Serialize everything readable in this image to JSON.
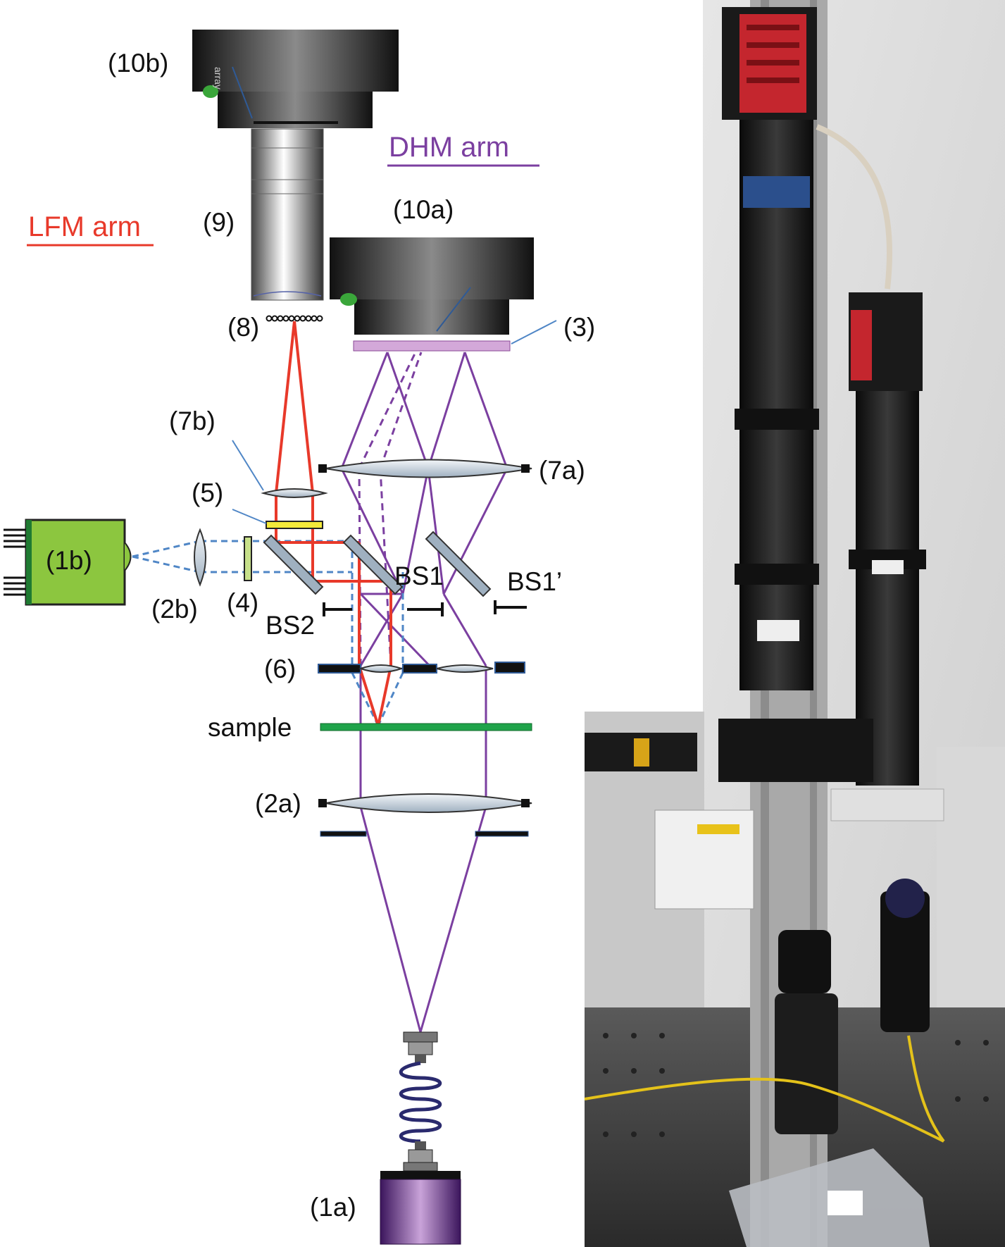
{
  "arms": {
    "lfm": {
      "label": "LFM arm",
      "color": "#e8392a"
    },
    "dhm": {
      "label": "DHM arm",
      "color": "#7b3fa0"
    }
  },
  "labels": {
    "camera_b": "(10b)",
    "camera_a": "(10a)",
    "tube_lens": "(9)",
    "lenslet": "(8)",
    "filter_3": "(3)",
    "lens_7b": "(7b)",
    "lens_7a": "(7a)",
    "filter_5": "(5)",
    "led": "(1b)",
    "lens_2b": "(2b)",
    "filter_4": "(4)",
    "bs2": "BS2",
    "bs1": "BS1",
    "bs1p": "BS1’",
    "objectives": "(6)",
    "sample": "sample",
    "condenser": "(2a)",
    "laser": "(1a)"
  },
  "inner_text": {
    "array": "array"
  },
  "colors": {
    "red_beam": "#e8392a",
    "purple_beam": "#7b3fa0",
    "blue_beam": "#4f86c6",
    "led_green": "#8cc63f",
    "sample_green": "#1fa34a",
    "laser_purple": "#4a1d6e",
    "filter_pink": "#d3a8d9",
    "filter_yellow": "#f4ea3a"
  },
  "photo": {
    "description_icon": "photo-setup-icon"
  }
}
